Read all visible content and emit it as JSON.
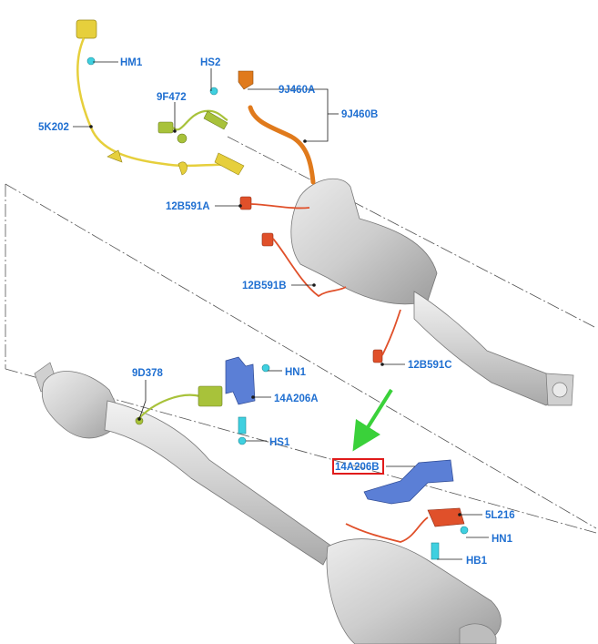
{
  "diagram": {
    "labels": {
      "hm1": "HM1",
      "k5202": "5K202",
      "hs2_top": "HS2",
      "f9472": "9F472",
      "j9460a": "9J460A",
      "j9460b": "9J460B",
      "b12591a": "12B591A",
      "b12591b": "12B591B",
      "b12591c": "12B591C",
      "d9378": "9D378",
      "hn1_upper": "HN1",
      "a14206a": "14A206A",
      "hs1": "HS1",
      "a14206b": "14A206B",
      "l5216": "5L216",
      "hn1_lower": "HN1",
      "hb1": "HB1"
    },
    "colors": {
      "label": "#1f6fd1",
      "highlight_box": "#e01b1b",
      "arrow": "#3ad13a",
      "yellow_harness": "#e6cf3c",
      "green_sensor": "#a8c23a",
      "orange_pipe": "#e07a1c",
      "red_sensor": "#e0502a",
      "blue_bracket": "#5b7fd6",
      "cyan_fastener": "#3fd0e0",
      "exhaust_grey": "#cfcfcf"
    },
    "highlighted_part": "14A206B"
  }
}
